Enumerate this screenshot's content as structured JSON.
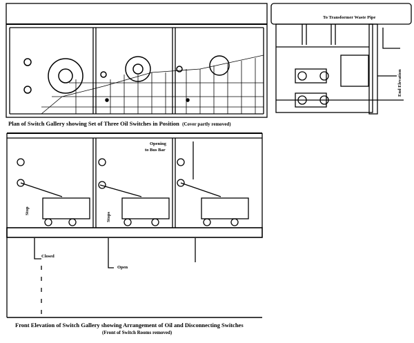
{
  "plan_view": {
    "caption": "Plan of Switch Gallery showing Set of Three Oil Switches in Position",
    "caption_note": "(Cover partly removed)"
  },
  "end_elevation": {
    "title": "End Elevation",
    "pipe_label": "To Transformer Waste Pipe"
  },
  "front_elevation": {
    "caption": "Front Elevation of Switch Gallery showing Arrangement of Oil and Disconnecting Switches",
    "caption_note": "(Front of Switch Rooms removed)",
    "labels": {
      "opening": "Opening",
      "to_bus_bar": "to Bus Bar",
      "stop_1": "Stop",
      "stop_2": "Stops",
      "closed": "Closed",
      "open": "Open"
    }
  }
}
